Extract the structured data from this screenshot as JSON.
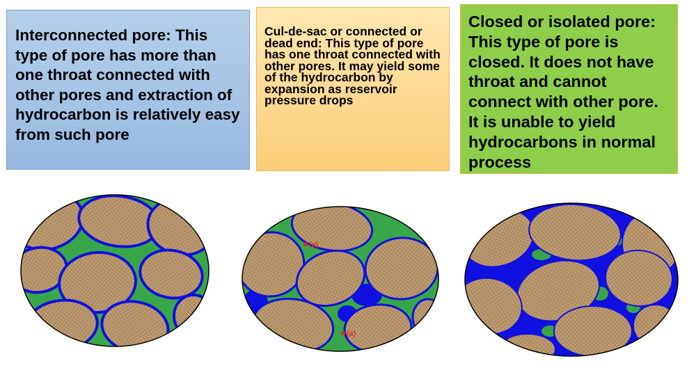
{
  "boxes": {
    "interconnected": {
      "text": "Interconnected pore: This type of pore has more than one throat connected with other pores and extraction of hydrocarbon is relatively easy from such pore",
      "color": "#a7c4e6"
    },
    "dead_end": {
      "text": "Cul-de-sac or connected or dead end: This type of pore has one throat connected with other pores. It may yield some of the hydrocarbon by expansion as reservoir pressure drops",
      "color": "#fdd68f"
    },
    "isolated": {
      "text": "Closed or isolated pore: This type of pore is closed. It does not have throat and cannot connect with other pore. It is unable to yield hydrocarbons in normal process",
      "color": "#8fce4a"
    }
  },
  "diagram_labels": {
    "marker_a_top": "(a)",
    "marker_a_bottom": "(a)"
  },
  "colors": {
    "grain": "#c2a074",
    "pore_connected": "#3aa64a",
    "pore_rim": "#1010e0",
    "marker": "#d2352a"
  }
}
